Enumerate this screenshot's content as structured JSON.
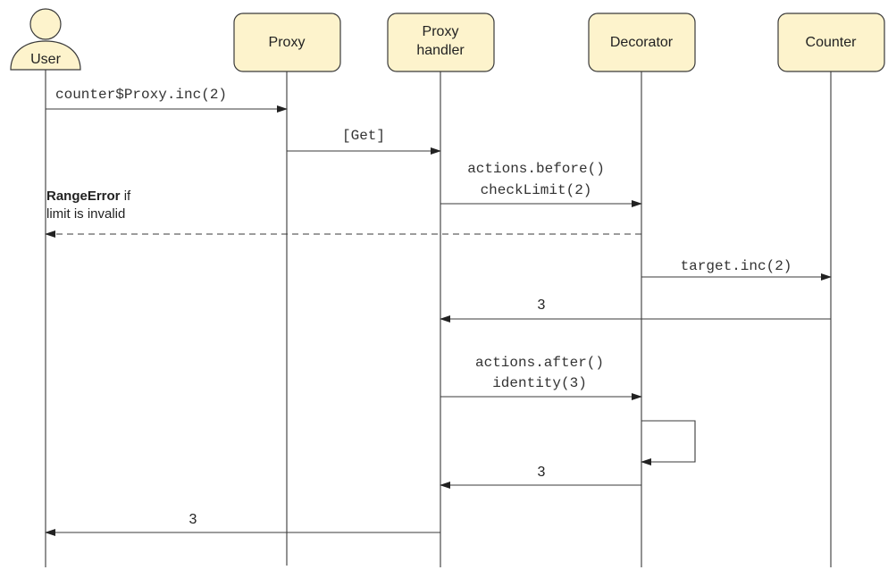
{
  "participants": {
    "user": "User",
    "proxy": "Proxy",
    "proxy_handler": [
      "Proxy",
      "handler"
    ],
    "decorator": "Decorator",
    "counter": "Counter"
  },
  "messages": {
    "m1": "counter$Proxy.inc(2)",
    "m2": "[Get]",
    "m3": [
      "actions.before()",
      "checkLimit(2)"
    ],
    "m4": {
      "bold": "RangeError",
      "rest": " if",
      "line2": "limit is invalid"
    },
    "m5": "target.inc(2)",
    "m6": "3",
    "m7": [
      "actions.after()",
      "identity(3)"
    ],
    "m8": "3",
    "m9": "3"
  },
  "colors": {
    "box_fill": "#fdf3cc",
    "stroke": "#3a3a3a"
  }
}
